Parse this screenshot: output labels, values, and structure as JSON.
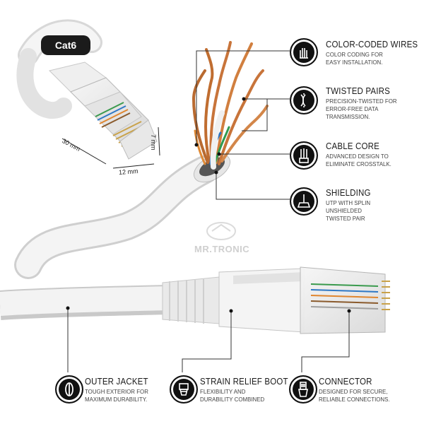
{
  "cable_label": "Cat6",
  "dimensions": {
    "length": "30 mm",
    "width": "12 mm",
    "height": "7 mm"
  },
  "watermark": "MR.TRONIC",
  "colors": {
    "icon_fill": "#111111",
    "wire_copper": "#c8743a",
    "cable_white": "#f2f2f2"
  },
  "features": [
    {
      "icon": "color-coded-wires-icon",
      "title": "COLOR-CODED WIRES",
      "desc": [
        "COLOR CODING FOR",
        "EASY INSTALLATION."
      ]
    },
    {
      "icon": "twisted-pairs-icon",
      "title": "TWISTED PAIRS",
      "desc": [
        "PRECISION-TWISTED FOR",
        "ERROR-FREE DATA",
        "TRANSMISSION."
      ]
    },
    {
      "icon": "cable-core-icon",
      "title": "CABLE CORE",
      "desc": [
        "ADVANCED DESIGN TO",
        "ELIMINATE CROSSTALK."
      ]
    },
    {
      "icon": "shielding-icon",
      "title": "SHIELDING",
      "desc": [
        "UTP WITH SPLIN",
        "UNSHIELDED",
        "TWISTED PAIR"
      ]
    },
    {
      "icon": "outer-jacket-icon",
      "title": "OUTER JACKET",
      "desc": [
        "TOUGH EXTERIOR FOR",
        "MAXIMUM DURABILITY."
      ]
    },
    {
      "icon": "strain-relief-boot-icon",
      "title": "STRAIN RELIEF BOOT",
      "desc": [
        "FLEXIBILITY AND",
        "DURABILITY COMBINED"
      ]
    },
    {
      "icon": "connector-icon",
      "title": "CONNECTOR",
      "desc": [
        "DESIGNED FOR SECURE,",
        "RELIABLE CONNECTIONS."
      ]
    }
  ]
}
